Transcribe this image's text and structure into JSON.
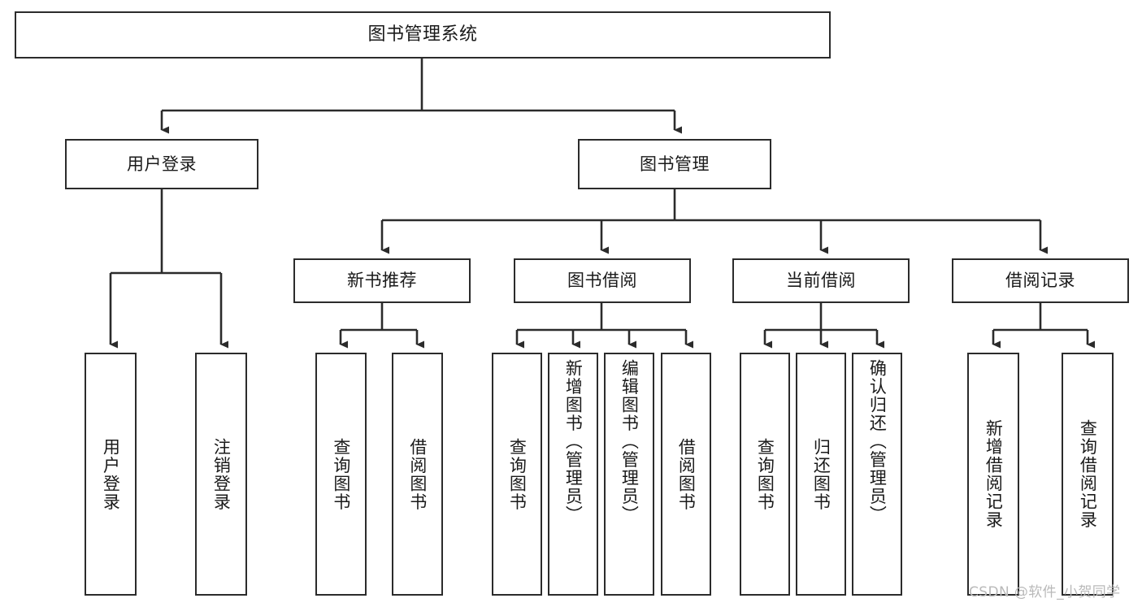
{
  "diagram": {
    "type": "tree",
    "orientation": "top-down",
    "title": "图书管理系统",
    "colors": {
      "box_border": "#2b2b2b",
      "box_fill": "#ffffff",
      "connector": "#2b2b2b",
      "text": "#1a1a1a",
      "watermark": "#b9b9b9",
      "background": "#ffffff"
    },
    "root": {
      "label": "图书管理系统"
    },
    "level2": [
      {
        "label": "用户登录"
      },
      {
        "label": "图书管理"
      }
    ],
    "level3": [
      {
        "label": "新书推荐"
      },
      {
        "label": "图书借阅"
      },
      {
        "label": "当前借阅"
      },
      {
        "label": "借阅记录"
      }
    ],
    "leaves": {
      "user_login": [
        {
          "label": "用户登录"
        },
        {
          "label": "注销登录"
        }
      ],
      "new_book_recommend": [
        {
          "label": "查询图书"
        },
        {
          "label": "借阅图书"
        }
      ],
      "book_borrow": [
        {
          "label": "查询图书"
        },
        {
          "label": "新增图书（管理员）"
        },
        {
          "label": "编辑图书（管理员）"
        },
        {
          "label": "借阅图书"
        }
      ],
      "current_borrow": [
        {
          "label": "查询图书"
        },
        {
          "label": "归还图书"
        },
        {
          "label": "确认归还（管理员）"
        }
      ],
      "borrow_record": [
        {
          "label": "新增借阅记录"
        },
        {
          "label": "查询借阅记录"
        }
      ]
    }
  },
  "watermark": {
    "text": "CSDN @软件_小贺同学"
  }
}
